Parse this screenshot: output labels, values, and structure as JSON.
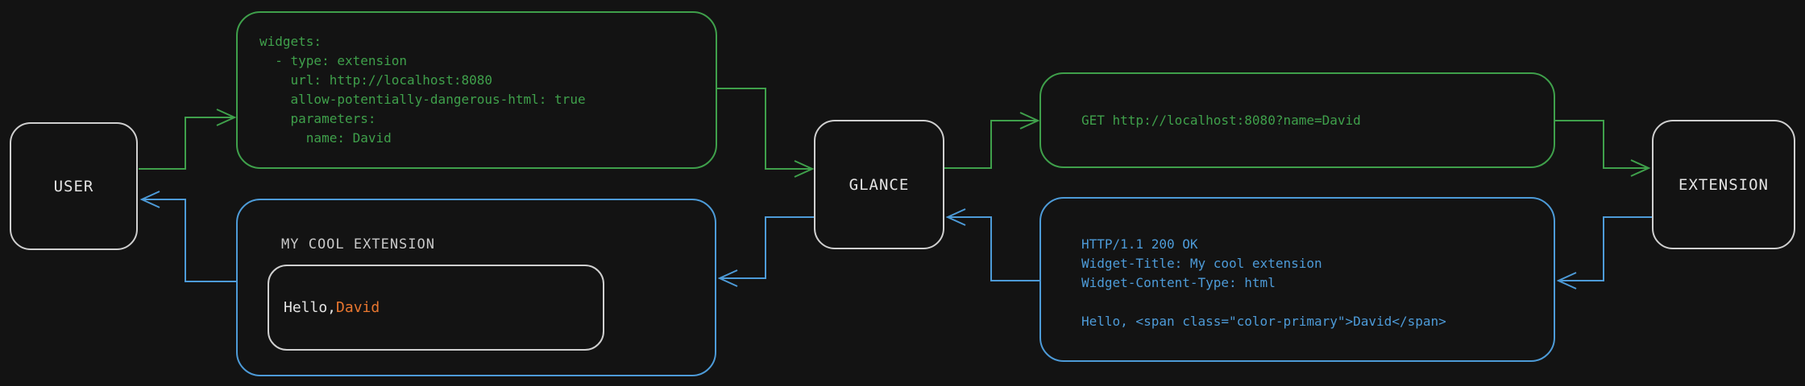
{
  "colors": {
    "background": "#131313",
    "green": "#3fa04b",
    "blue": "#4d9bd8",
    "orange": "#e8762f",
    "node_border": "#cfcfcf",
    "text_light": "#e4e4e4",
    "title_gray": "#c9c9c9"
  },
  "nodes": {
    "user": {
      "label": "USER"
    },
    "glance": {
      "label": "GLANCE"
    },
    "extension": {
      "label": "EXTENSION"
    }
  },
  "request_config": {
    "lines": [
      "widgets:",
      "  - type: extension",
      "    url: http://localhost:8080",
      "    allow-potentially-dangerous-html: true",
      "    parameters:",
      "      name: David"
    ]
  },
  "get_request": {
    "text": "GET http://localhost:8080?name=David"
  },
  "http_response": {
    "lines": [
      "HTTP/1.1 200 OK",
      "Widget-Title: My cool extension",
      "Widget-Content-Type: html",
      "",
      "Hello, <span class=\"color-primary\">David</span>"
    ]
  },
  "widget_preview": {
    "title": "MY COOL EXTENSION",
    "greeting_prefix": "Hello, ",
    "greeting_name": "David"
  }
}
